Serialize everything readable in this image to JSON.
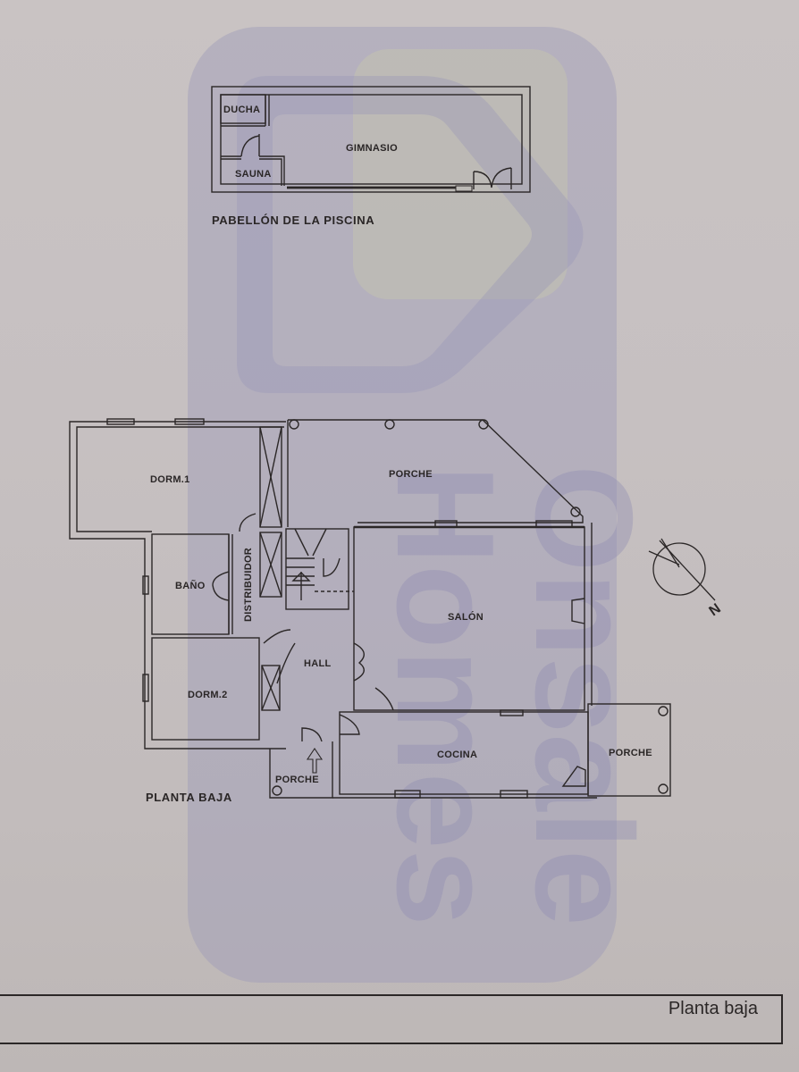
{
  "pool_pavilion": {
    "title": "PABELLÓN DE LA PISCINA",
    "rooms": [
      {
        "id": "ducha",
        "label": "DUCHA"
      },
      {
        "id": "sauna",
        "label": "SAUNA"
      },
      {
        "id": "gimnasio",
        "label": "GIMNASIO"
      }
    ]
  },
  "ground_floor": {
    "title": "PLANTA BAJA",
    "rooms": [
      {
        "id": "dorm1",
        "label": "DORM.1"
      },
      {
        "id": "porche_norte",
        "label": "PORCHE"
      },
      {
        "id": "bano",
        "label": "BAÑO"
      },
      {
        "id": "distribuidor",
        "label": "DISTRIBUIDOR"
      },
      {
        "id": "salon",
        "label": "SALÓN"
      },
      {
        "id": "hall",
        "label": "HALL"
      },
      {
        "id": "dorm2",
        "label": "DORM.2"
      },
      {
        "id": "cocina",
        "label": "COCINA"
      },
      {
        "id": "porche_este",
        "label": "PORCHE"
      },
      {
        "id": "porche_entrada",
        "label": "PORCHE"
      }
    ]
  },
  "north_arrow": {
    "label": "N"
  },
  "watermark": {
    "text_line1": "Onsale",
    "text_line2": "Homes"
  },
  "footer": {
    "label": "Planta baja"
  }
}
